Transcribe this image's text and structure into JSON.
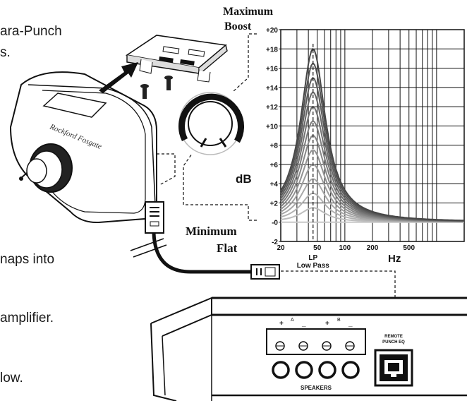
{
  "text_fragments": {
    "line1": "ara-Punch",
    "line2": "s.",
    "line3": "naps into",
    "line4": "amplifier.",
    "line5": "low."
  },
  "knob_labels": {
    "max_title": "Maximum",
    "max_sub": "Boost",
    "min_title": "Minimum",
    "min_sub": "Flat",
    "db": "dB"
  },
  "chart_data": {
    "type": "line",
    "xlabel": "Hz",
    "ylabel": "",
    "x_scale": "log",
    "xlim": [
      20,
      2000
    ],
    "ylim": [
      -2,
      20
    ],
    "grid": true,
    "x_tick_labels": [
      "20",
      "50",
      "100",
      "200",
      "500"
    ],
    "y_tick_labels": [
      "-2",
      "-0",
      "+2",
      "+4",
      "+6",
      "+8",
      "+10",
      "+12",
      "+14",
      "+16",
      "+18",
      "+20"
    ],
    "marker_label": "LP",
    "marker_sublabel": "Low Pass",
    "center_frequency_hz": 45,
    "peak_gains_db": [
      0,
      1.5,
      3,
      4.5,
      6,
      7.5,
      9,
      10.5,
      12,
      13.5,
      15,
      16.5,
      18
    ]
  },
  "amplifier": {
    "channel_a": "A",
    "channel_b": "B",
    "plus": "+",
    "minus": "_",
    "speakers_label": "SPEAKERS",
    "remote_label_1": "REMOTE",
    "remote_label_2": "PUNCH EQ"
  },
  "knob_brand": "Rockford Fosgate",
  "colors": {
    "ink": "#111111",
    "curve_dark": "#555555",
    "curve_light": "#c8c8c8"
  }
}
